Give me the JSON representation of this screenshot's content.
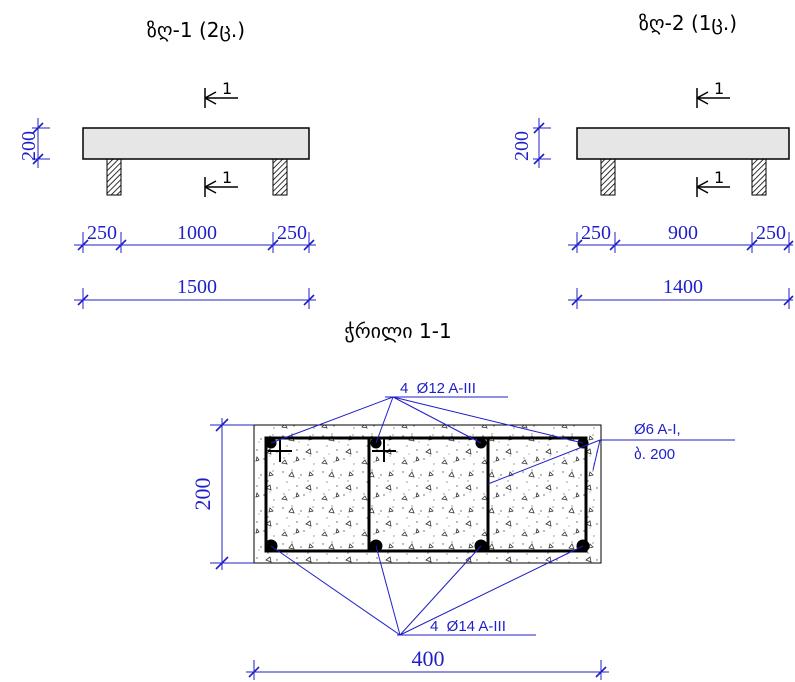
{
  "beam1": {
    "title": "ზღ-1 (2ც.)",
    "section_mark": "1",
    "height_dim": "200",
    "dims": [
      "250",
      "1000",
      "250"
    ],
    "total": "1500"
  },
  "beam2": {
    "title": "ზღ-2 (1ც.)",
    "section_mark": "1",
    "height_dim": "200",
    "dims": [
      "250",
      "900",
      "250"
    ],
    "total": "1400"
  },
  "section": {
    "title": "ჭრილი 1-1",
    "top_bars": "4  Ø12 A-III",
    "bottom_bars": "4  Ø14 A-III",
    "stirrup_line1": "Ø6 A-I,",
    "stirrup_line2": "ბ. 200",
    "height_dim": "200",
    "width_dim": "400"
  },
  "colors": {
    "dimension": "#1f1fc9",
    "line": "#000000",
    "beam_fill": "#e6e6e6"
  }
}
